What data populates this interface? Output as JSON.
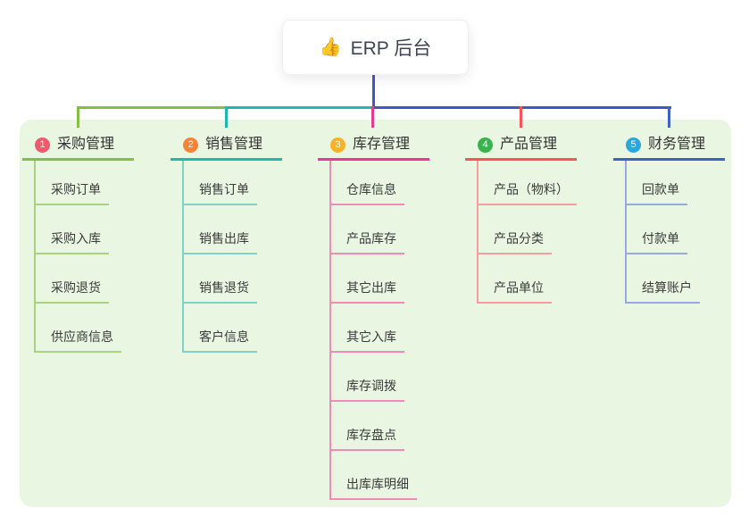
{
  "root": {
    "icon": "👍",
    "label": "ERP 后台",
    "line_color": "#4456c6",
    "text_color": "#3d4655"
  },
  "panel_color": "#e9f6e2",
  "canvas_color": "#ffffff",
  "branches": [
    {
      "num": "1",
      "label": "采购管理",
      "badge_color": "#ee5b6a",
      "line_color": "#85bd45",
      "sub_line_color": "#a9d47f",
      "items": [
        "采购订单",
        "采购入库",
        "采购退货",
        "供应商信息"
      ]
    },
    {
      "num": "2",
      "label": "销售管理",
      "badge_color": "#f58438",
      "line_color": "#1eb9ae",
      "sub_line_color": "#7fd2c8",
      "items": [
        "销售订单",
        "销售出库",
        "销售退货",
        "客户信息"
      ]
    },
    {
      "num": "3",
      "label": "库存管理",
      "badge_color": "#f7b226",
      "line_color": "#e83a92",
      "sub_line_color": "#f28ab9",
      "items": [
        "仓库信息",
        "产品库存",
        "其它出库",
        "其它入库",
        "库存调拨",
        "库存盘点",
        "出库库明细"
      ]
    },
    {
      "num": "4",
      "label": "产品管理",
      "badge_color": "#35b44a",
      "line_color": "#f85459",
      "sub_line_color": "#f89d9d",
      "items": [
        "产品（物料）",
        "产品分类",
        "产品单位"
      ]
    },
    {
      "num": "5",
      "label": "财务管理",
      "badge_color": "#29a7dd",
      "line_color": "#3e63c8",
      "sub_line_color": "#97aadd",
      "items": [
        "回款单",
        "付款单",
        "结算账户"
      ]
    }
  ]
}
